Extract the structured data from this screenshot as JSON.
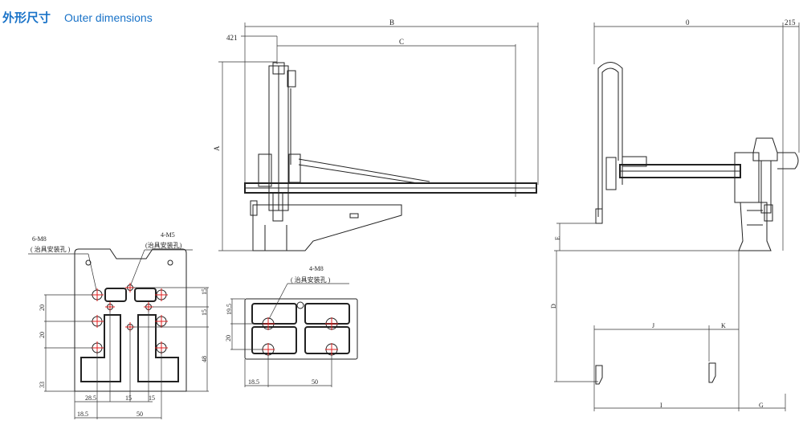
{
  "header": {
    "title_cn": "外形尺寸",
    "title_en": "Outer dimensions"
  },
  "front_view": {
    "dim_B": "B",
    "dim_C": "C",
    "dim_421": "421",
    "dim_A": "A"
  },
  "side_view": {
    "dim_0": "0",
    "dim_215": "215",
    "dim_E": "E",
    "dim_D": "D",
    "dim_J": "J",
    "dim_K": "K",
    "dim_I": "I",
    "dim_G": "G"
  },
  "fixture_plate_1": {
    "m8_label": "6-M8",
    "m8_note": "( 治具安装孔 )",
    "m5_label": "4-M5",
    "m5_note": "(治具安装孔)",
    "left_dims": [
      "20",
      "20",
      "33"
    ],
    "right_dims": [
      "15",
      "15",
      "48"
    ],
    "bottom_dims_row1": [
      "28.5",
      "15",
      "15"
    ],
    "bottom_dims_row2": [
      "18.5",
      "50"
    ]
  },
  "fixture_plate_2": {
    "m8_label": "4-M8",
    "m8_note": "( 治具安装孔 )",
    "left_dims": [
      "19.5",
      "20"
    ],
    "bottom_dims": [
      "18.5",
      "50"
    ]
  }
}
